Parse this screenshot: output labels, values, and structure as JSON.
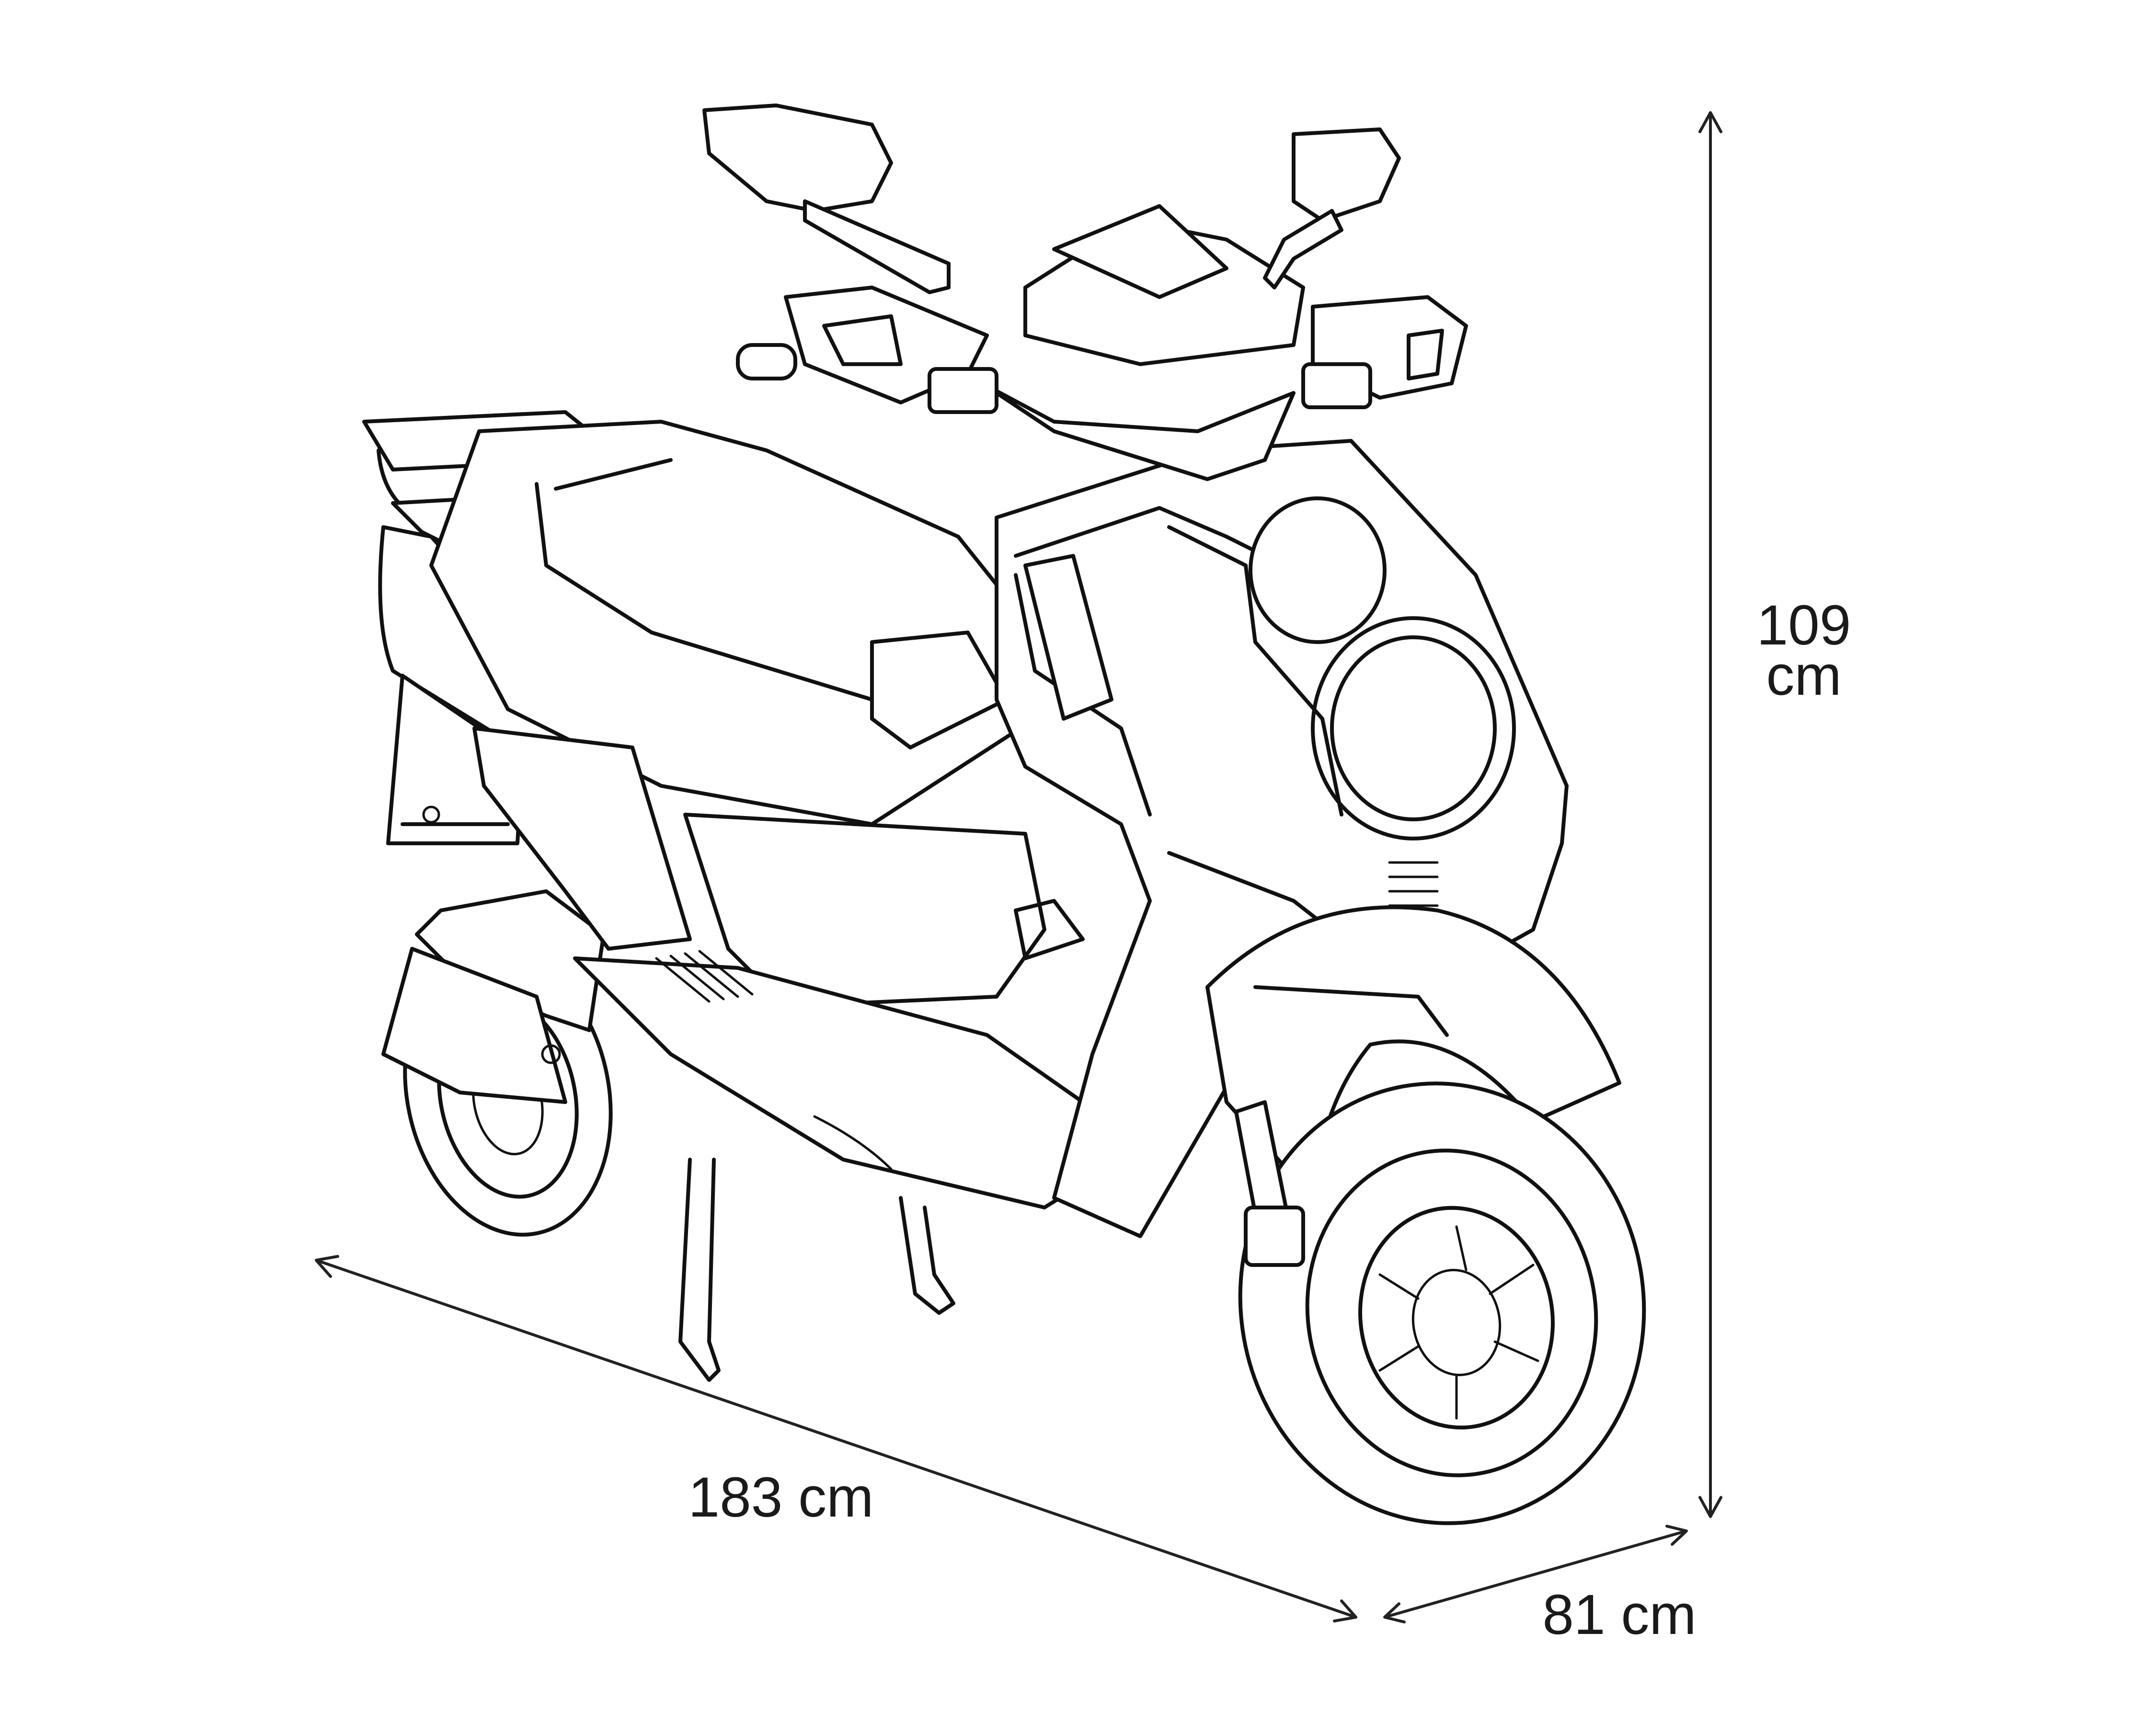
{
  "dimensions": {
    "length": "183 cm",
    "width": "81 cm",
    "height_value": "109",
    "height_unit": "cm"
  }
}
